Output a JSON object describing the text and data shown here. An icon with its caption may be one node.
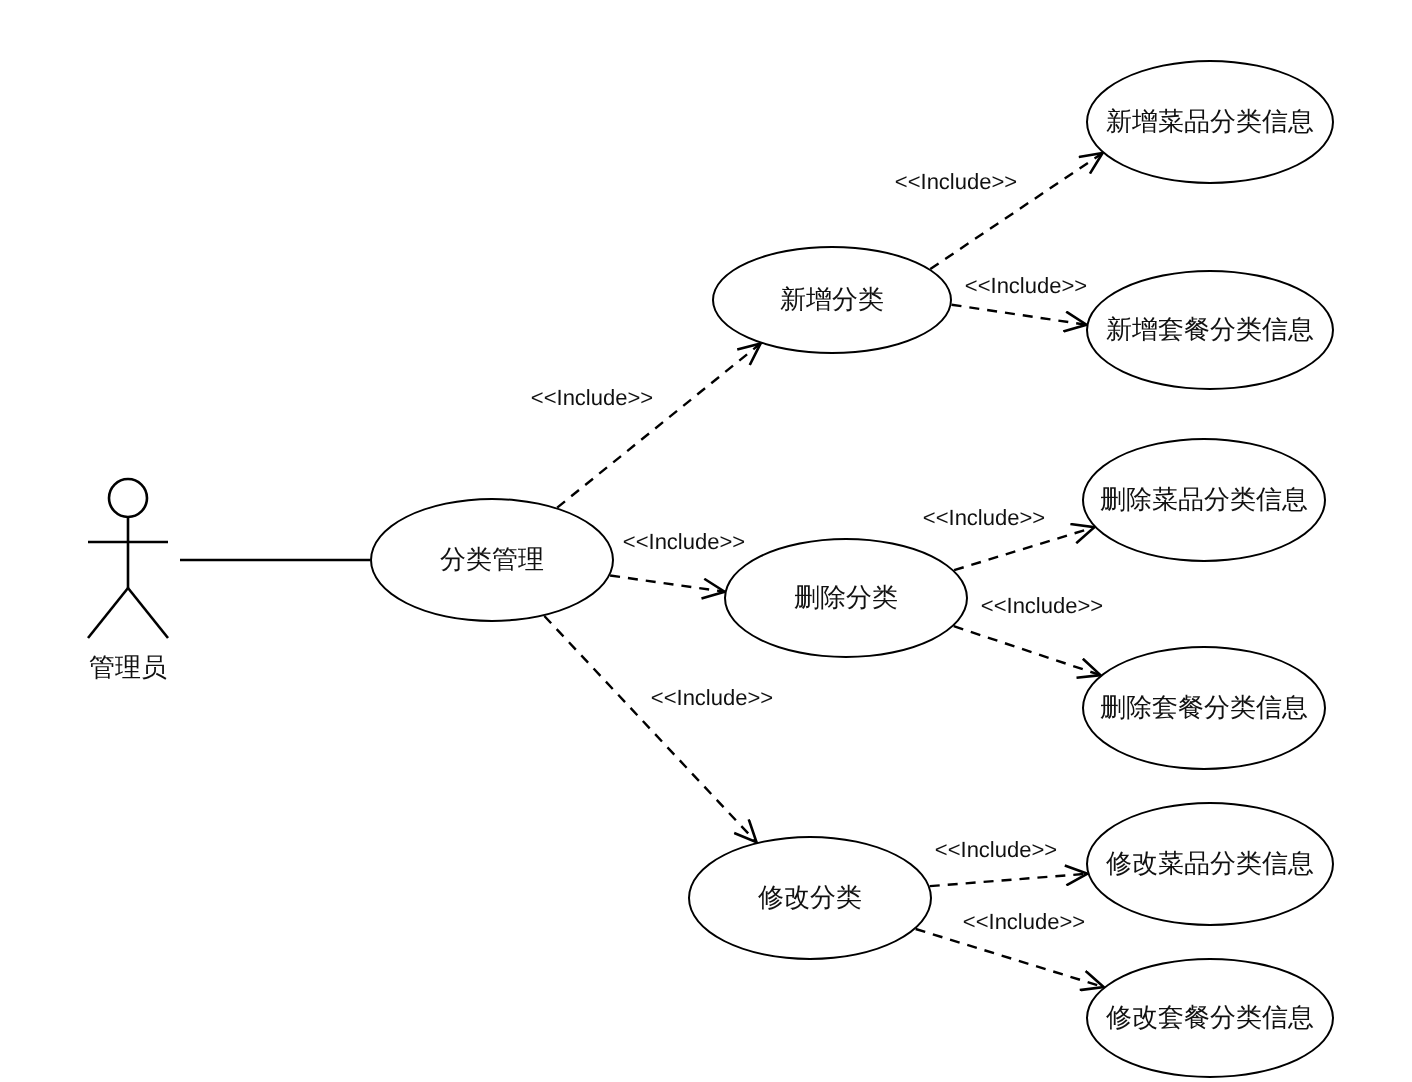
{
  "diagram": {
    "nodes": [
      {
        "text": [
          "管理员"
        ]
      },
      {
        "text": [
          "分类管理"
        ]
      },
      {
        "text": [
          "新增分类"
        ]
      },
      {
        "text": [
          "新增菜品分类信息"
        ]
      },
      {
        "text": [
          "新增套餐分类信息"
        ]
      },
      {
        "text": [
          "删除分类"
        ]
      },
      {
        "text": [
          "删除菜品分类信息"
        ]
      },
      {
        "text": [
          "删除套餐分类信息"
        ]
      },
      {
        "text": [
          "修改分类"
        ]
      },
      {
        "text": [
          "修改菜品分类信息"
        ]
      },
      {
        "text": [
          "修改套餐分类信息"
        ]
      }
    ],
    "edges": [
      {
        "from": 0,
        "to": 1,
        "arrow": "none"
      },
      {
        "from": 1,
        "to": 2,
        "arrow": "to",
        "label": "<<Include>>",
        "style": "dashed"
      },
      {
        "from": 1,
        "to": 5,
        "arrow": "to",
        "label": "<<Include>>",
        "style": "dashed"
      },
      {
        "from": 1,
        "to": 8,
        "arrow": "to",
        "label": "<<Include>>",
        "style": "dashed"
      },
      {
        "from": 2,
        "to": 3,
        "arrow": "to",
        "label": "<<Include>>",
        "style": "dashed"
      },
      {
        "from": 2,
        "to": 4,
        "arrow": "to",
        "label": "<<Include>>",
        "style": "dashed"
      },
      {
        "from": 5,
        "to": 6,
        "arrow": "to",
        "label": "<<Include>>",
        "style": "dashed"
      },
      {
        "from": 5,
        "to": 7,
        "arrow": "to",
        "label": "<<Include>>",
        "style": "dashed"
      },
      {
        "from": 8,
        "to": 9,
        "arrow": "to",
        "label": "<<Include>>",
        "style": "dashed"
      },
      {
        "from": 8,
        "to": 10,
        "arrow": "to",
        "label": "<<Include>>",
        "style": "dashed"
      }
    ]
  }
}
